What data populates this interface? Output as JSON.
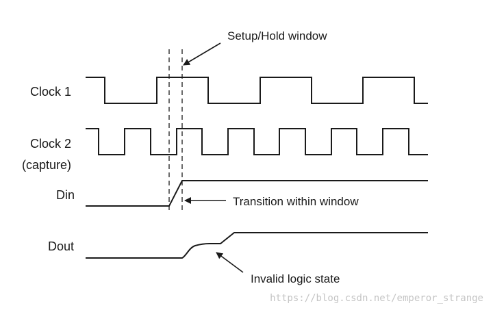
{
  "signals": {
    "clock1": {
      "label": "Clock 1"
    },
    "clock2": {
      "label": "Clock 2",
      "sublabel": "(capture)"
    },
    "din": {
      "label": "Din"
    },
    "dout": {
      "label": "Dout"
    }
  },
  "annotations": {
    "setup_hold": "Setup/Hold window",
    "transition": "Transition within window",
    "invalid": "Invalid logic state"
  },
  "watermark": "https://blog.csdn.net/emperor_strange",
  "colors": {
    "ink": "#1a1a1a",
    "watermark": "#c4c4c4",
    "background": "#ffffff"
  }
}
